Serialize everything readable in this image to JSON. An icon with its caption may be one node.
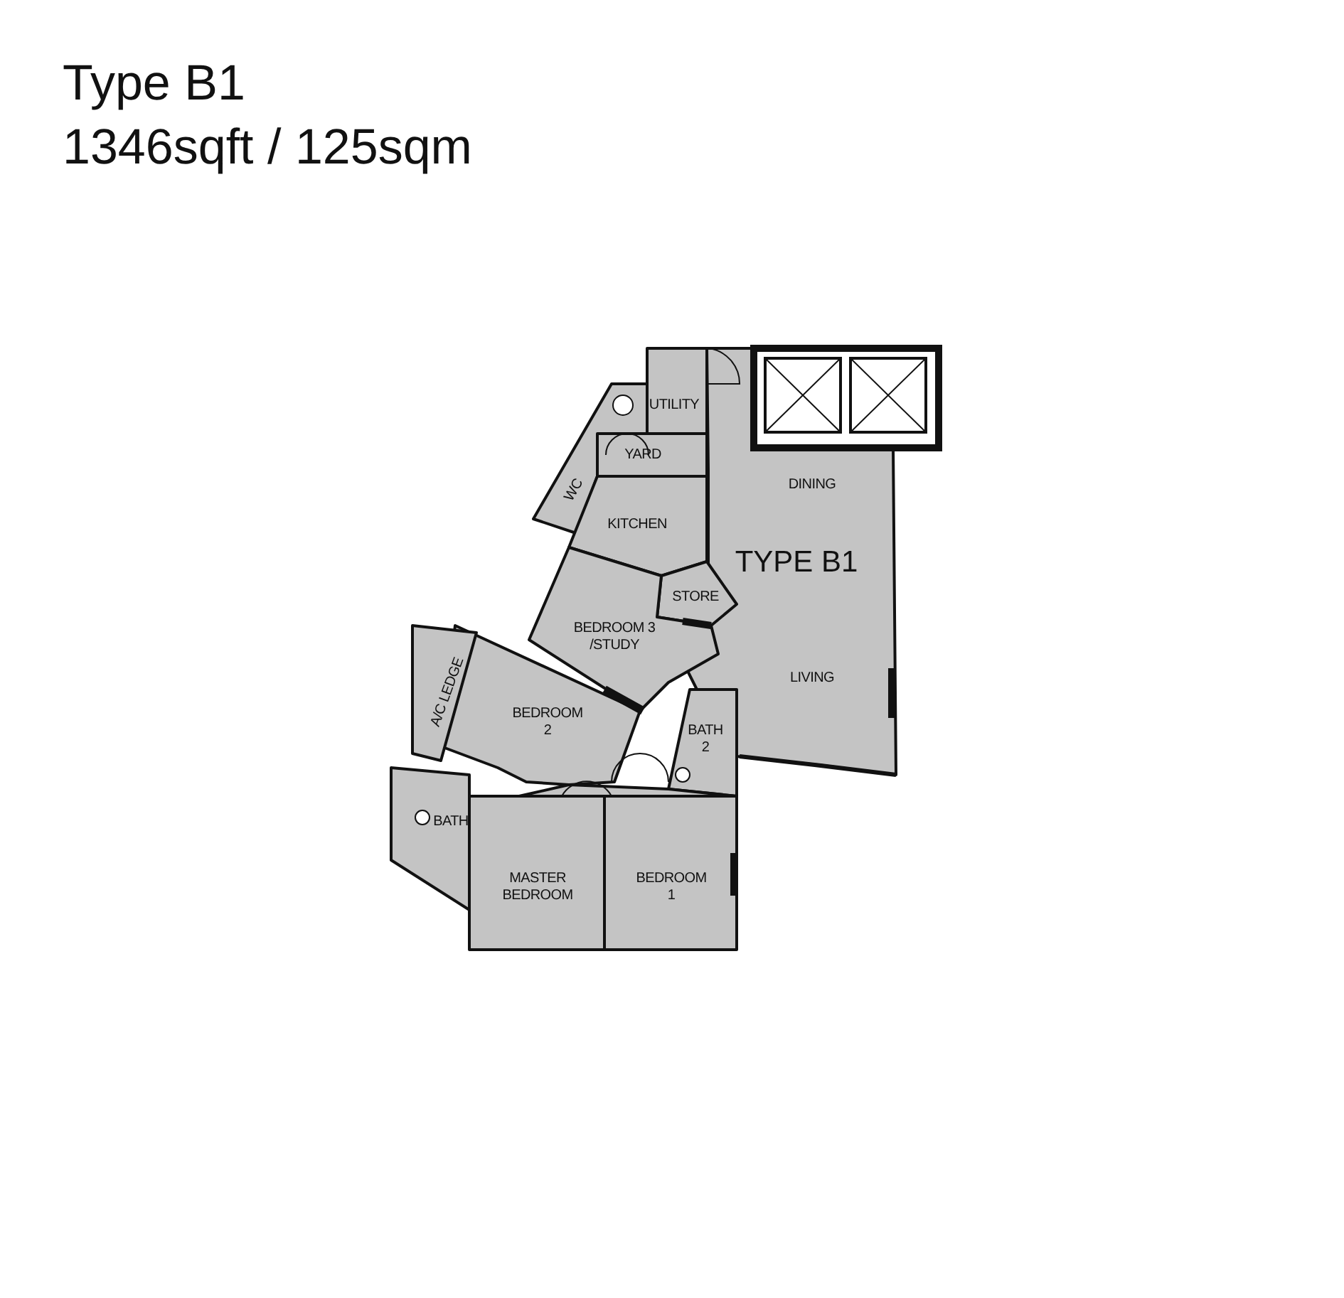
{
  "diagram": {
    "title": "Type B1",
    "labels": [
      "1346sqft / 125sqm",
      "UTILITY",
      "YARD",
      "WC",
      "KITCHEN",
      "DINING",
      "TYPE B1",
      "STORE",
      "BEDROOM 3 /STUDY",
      "LIVING",
      "A/C LEDGE",
      "BEDROOM 2",
      "BATH 2",
      "BATH",
      "MASTER BEDROOM",
      "BEDROOM 1"
    ]
  }
}
